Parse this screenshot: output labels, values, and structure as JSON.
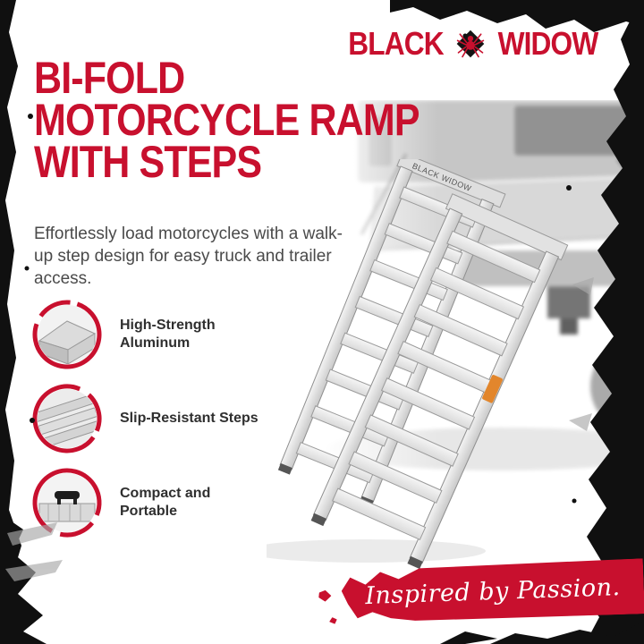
{
  "brand": {
    "word1": "BLACK",
    "word2": "WIDOW",
    "icon": "spider-icon",
    "color": "#c8102e"
  },
  "headline": {
    "line1": "BI-FOLD",
    "line2": "MOTORCYCLE RAMP",
    "line3": "WITH STEPS",
    "color": "#c8102e"
  },
  "description": "Effortlessly load motorcycles with a walk-up step design for easy truck and trailer access.",
  "features": [
    {
      "label": "High-Strength Aluminum",
      "thumbnail": "aluminum-corner-thumbnail"
    },
    {
      "label": "Slip-Resistant Steps",
      "thumbnail": "ramp-steps-thumbnail"
    },
    {
      "label": "Compact and Portable",
      "thumbnail": "folded-ramp-with-handle-thumbnail"
    }
  ],
  "product": {
    "name": "Bi-Fold Motorcycle Ramp with Steps",
    "ramp_label": "BLACK WIDOW"
  },
  "tagline": {
    "text": "Inspired by Passion.",
    "background": "#c8102e",
    "text_color": "#ffffff"
  },
  "colors": {
    "accent_red": "#c8102e",
    "text_dark": "#4a4a4a",
    "label_dark": "#2f2f2f",
    "grunge_black": "#101010"
  }
}
